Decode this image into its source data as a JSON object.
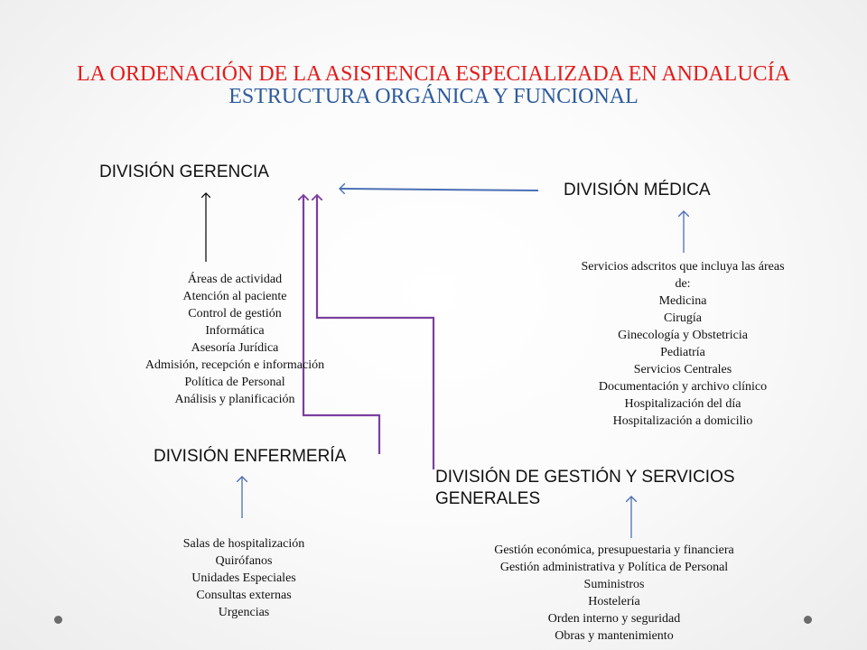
{
  "title": {
    "line1": "LA ORDENACIÓN DE LA ASISTENCIA ESPECIALIZADA EN ANDALUCÍA",
    "line2": "ESTRUCTURA ORGÁNICA Y FUNCIONAL"
  },
  "divisions": {
    "gerencia": "DIVISIÓN GERENCIA",
    "medica": "DIVISIÓN MÉDICA",
    "enfermeria": "DIVISIÓN ENFERMERÍA",
    "gestion": "DIVISIÓN DE GESTIÓN Y SERVICIOS GENERALES"
  },
  "lists": {
    "gerencia": [
      "Áreas de actividad",
      "Atención al paciente",
      "Control de gestión",
      "Informática",
      "Asesoría Jurídica",
      "Admisión, recepción e información",
      "Política de Personal",
      "Análisis y planificación"
    ],
    "medica_intro_1": "Servicios adscritos que incluya las áreas",
    "medica_intro_2": "de:",
    "medica": [
      "Medicina",
      "Cirugía",
      "Ginecología y Obstetricia",
      "Pediatría",
      "Servicios Centrales",
      "Documentación y archivo clínico",
      "Hospitalización del día",
      "Hospitalización a domicilio"
    ],
    "enfermeria": [
      "Salas de hospitalización",
      "Quirófanos",
      "Unidades Especiales",
      "Consultas externas",
      "Urgencias"
    ],
    "gestion": [
      "Gestión económica, presupuestaria y financiera",
      "Gestión administrativa y Política de Personal",
      "Suministros",
      "Hostelería",
      "Orden interno y seguridad",
      "Obras y mantenimiento"
    ]
  },
  "colors": {
    "title_red": "#e31c1c",
    "title_blue": "#2e5c9e",
    "arrow_black": "#000000",
    "arrow_blue": "#4a6fb5",
    "arrow_purple": "#7b3fa0"
  }
}
